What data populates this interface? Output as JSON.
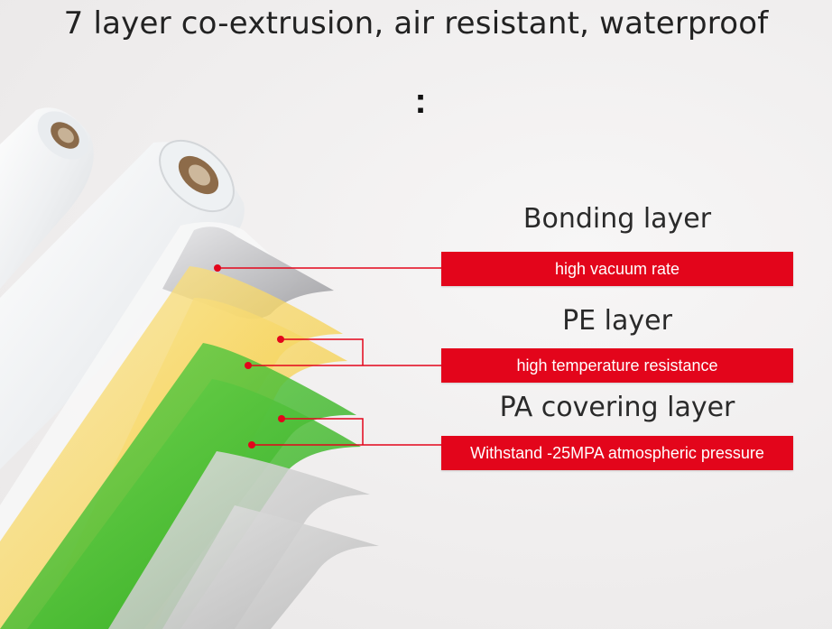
{
  "headline": "7 layer co-extrusion,  air resistant,  waterproof",
  "colon": ":",
  "layers": [
    {
      "title": "Bonding layer",
      "tag": "high vacuum rate"
    },
    {
      "title": "PE layer",
      "tag": "high temperature resistance"
    },
    {
      "title": "PA covering layer",
      "tag": "Withstand -25MPA atmospheric pressure"
    }
  ],
  "colors": {
    "accent_red": "#e3051b",
    "film_silver": "#b7b7b9",
    "film_yellow": "#f5d24a",
    "film_green": "#3bbd2a",
    "film_grey": "#c8c8c8"
  }
}
